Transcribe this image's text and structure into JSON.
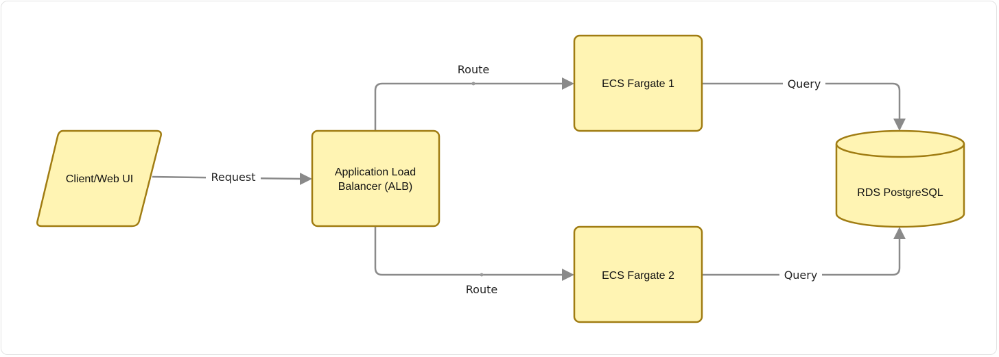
{
  "diagram": {
    "nodes": {
      "client": {
        "label": "Client/Web UI"
      },
      "alb": {
        "line1": "Application Load",
        "line2": "Balancer (ALB)"
      },
      "ecs1": {
        "label": "ECS Fargate 1"
      },
      "ecs2": {
        "label": "ECS Fargate 2"
      },
      "rds": {
        "label": "RDS PostgreSQL"
      }
    },
    "edges": {
      "request": "Request",
      "route_top": "Route",
      "route_bottom": "Route",
      "query_top": "Query",
      "query_bottom": "Query"
    }
  },
  "colors": {
    "node_fill": "#fff4b3",
    "node_stroke": "#a07c12",
    "connector": "#8a8a8a"
  }
}
